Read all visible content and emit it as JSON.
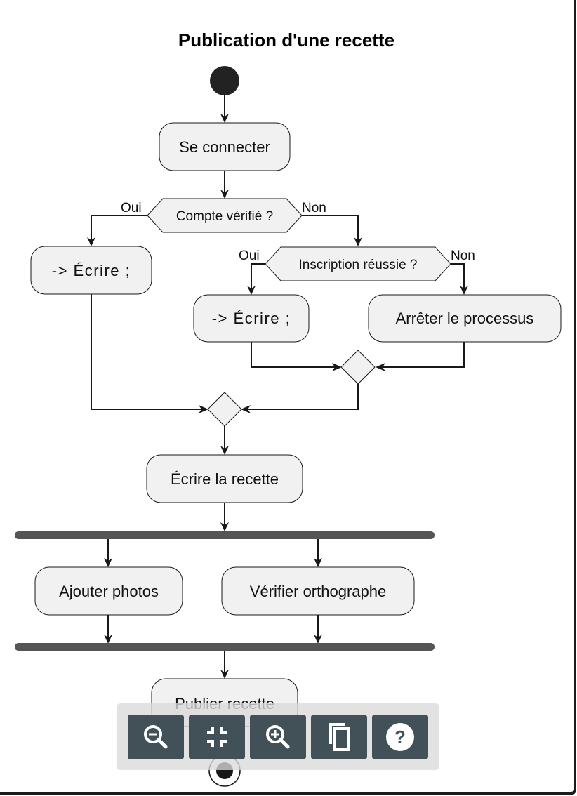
{
  "diagram": {
    "title": "Publication d'une recette",
    "nodes": {
      "se_connecter": "Se connecter",
      "compte_verifie": "Compte vérifié ?",
      "ecrire_1": "-> Écrire ;",
      "inscription_reussie": "Inscription réussie ?",
      "ecrire_2": "-> Écrire ;",
      "arreter": "Arrêter le processus",
      "ecrire_recette": "Écrire la recette",
      "ajouter_photos": "Ajouter photos",
      "verifier_orthographe": "Vérifier orthographe",
      "publier_recette": "Publier recette"
    },
    "branch_labels": {
      "compte_oui": "Oui",
      "compte_non": "Non",
      "inscription_oui": "Oui",
      "inscription_non": "Non"
    }
  },
  "toolbar": {
    "buttons": [
      {
        "icon": "zoom-out-icon"
      },
      {
        "icon": "fit-to-screen-icon"
      },
      {
        "icon": "zoom-in-icon"
      },
      {
        "icon": "copy-icon"
      },
      {
        "icon": "help-icon"
      }
    ],
    "icon_color": "#ffffff",
    "button_color": "#425058"
  }
}
